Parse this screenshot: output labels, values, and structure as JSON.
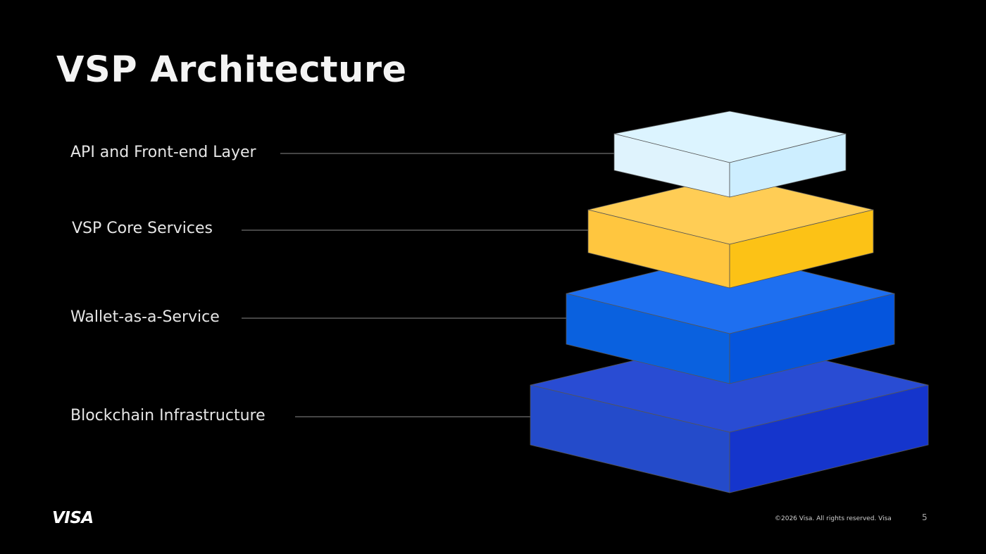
{
  "slide": {
    "title": "VSP Architecture",
    "page_number": "5",
    "copyright": "©2026 Visa. All rights reserved. Visa",
    "logo_text": "VISA"
  },
  "layers": [
    {
      "label": "API and Front-end Layer",
      "top_color": "#dcf4ff",
      "left_color": "#dff3fd",
      "right_color": "#cdeeff"
    },
    {
      "label": "VSP Core Services",
      "top_color": "#ffcd55",
      "left_color": "#ffc63f",
      "right_color": "#fcc216"
    },
    {
      "label": "Wallet-as-a-Service",
      "top_color": "#1e6ff0",
      "left_color": "#0a61df",
      "right_color": "#0555dd"
    },
    {
      "label": "Blockchain Infrastructure",
      "top_color": "#294cd3",
      "left_color": "#244bca",
      "right_color": "#1535cc"
    }
  ],
  "colors": {
    "background": "#000000",
    "title": "#f4f4f4",
    "label": "#e6e6e6",
    "connector": "#8a8a8a",
    "edge": "#555555"
  }
}
